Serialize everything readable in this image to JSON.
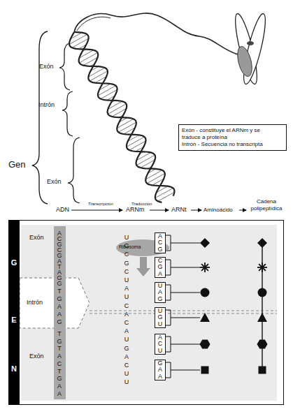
{
  "diagram": {
    "nodes": [
      {
        "text": [
          "Exón - constituye el ARNm y se traduce a proteína",
          "Intrón - Secuencia no transcripta"
        ]
      },
      {
        "text": [
          "G",
          "E",
          "N"
        ]
      },
      {
        "text": [
          "Ribosoma"
        ]
      },
      {
        "text": [
          "ACG"
        ]
      },
      {
        "text": [
          "CGA"
        ]
      },
      {
        "text": [
          "UAG"
        ]
      },
      {
        "text": [
          "UGU"
        ]
      },
      {
        "text": [
          "ACU"
        ]
      },
      {
        "text": [
          "GAA"
        ]
      }
    ],
    "labels": [
      "Gen",
      "Exón",
      "Intrón",
      "Exón",
      "ADN",
      "Transcripción",
      "ARNm",
      "Traducción",
      "ARNt",
      "Aminoácido",
      "Cadena polipeptídica",
      "Exón",
      "Intrón",
      "Exón",
      "ACGCGATAG",
      "GTGAAG",
      "TGTACTGAA",
      "UGCGCUAUCACAUGACUU"
    ]
  }
}
